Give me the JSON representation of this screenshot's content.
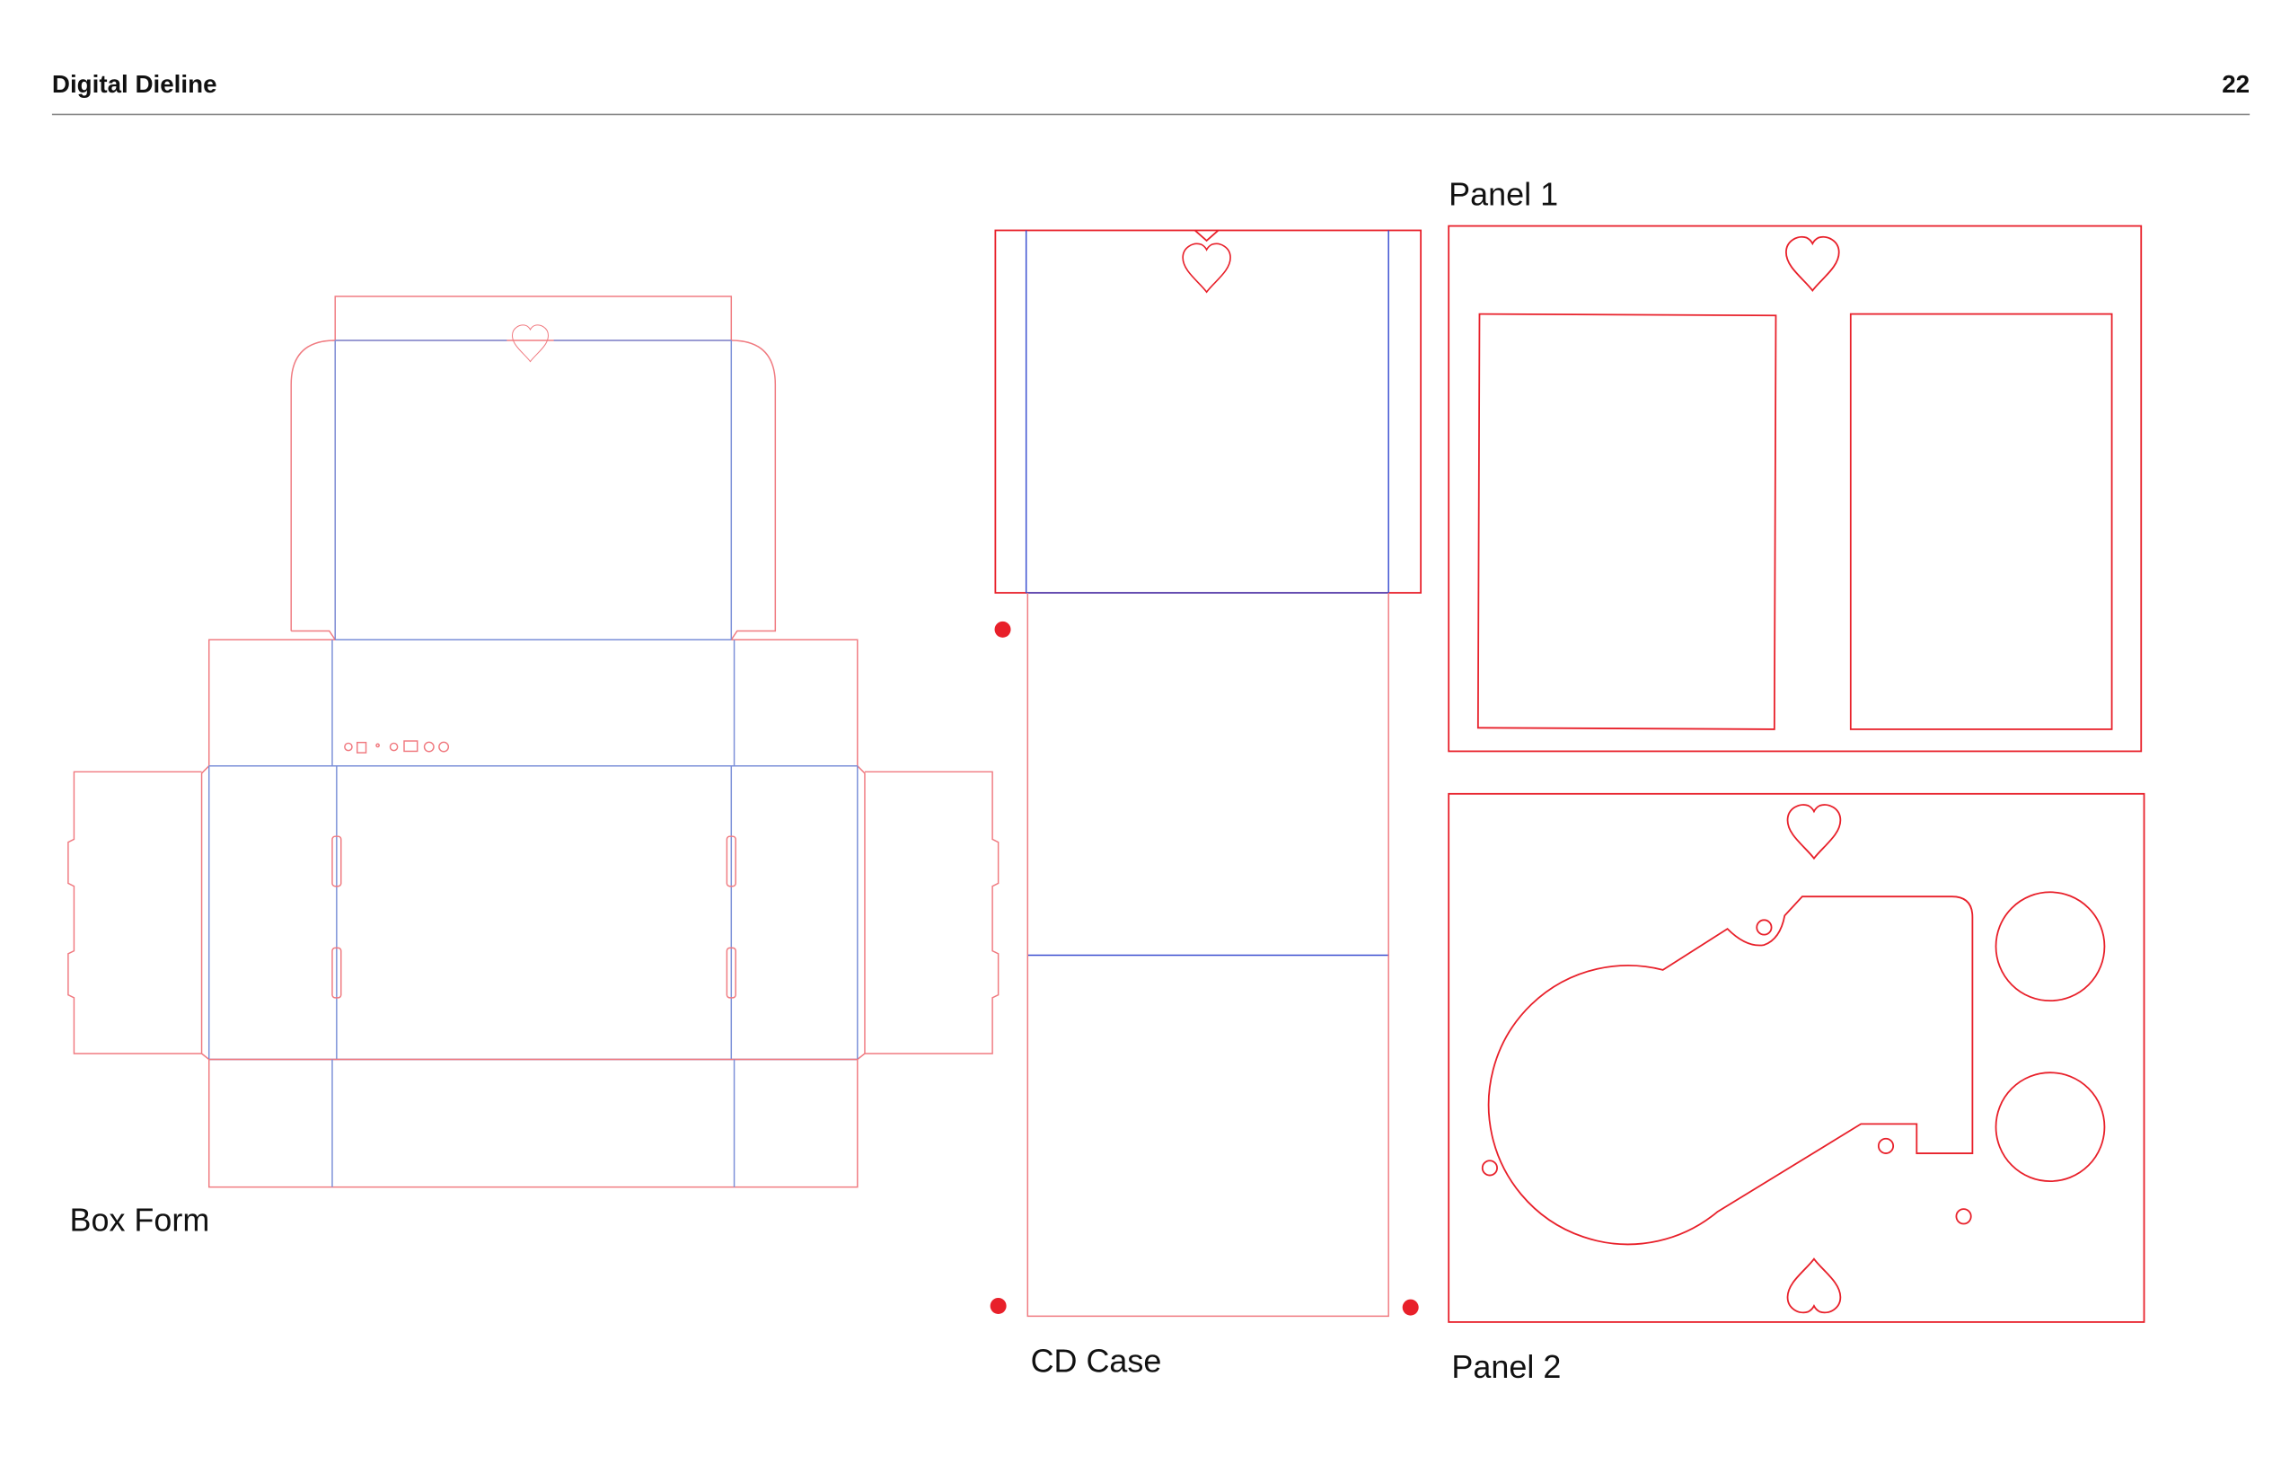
{
  "header": {
    "title": "Digital Dieline",
    "page_number": "22"
  },
  "labels": {
    "box_form": "Box Form",
    "cd_case": "CD Case",
    "panel_1": "Panel 1",
    "panel_2": "Panel 2"
  },
  "colors": {
    "cut_line": "#e8202a",
    "fold_line": "#7a8fd8",
    "rule": "#888888"
  }
}
